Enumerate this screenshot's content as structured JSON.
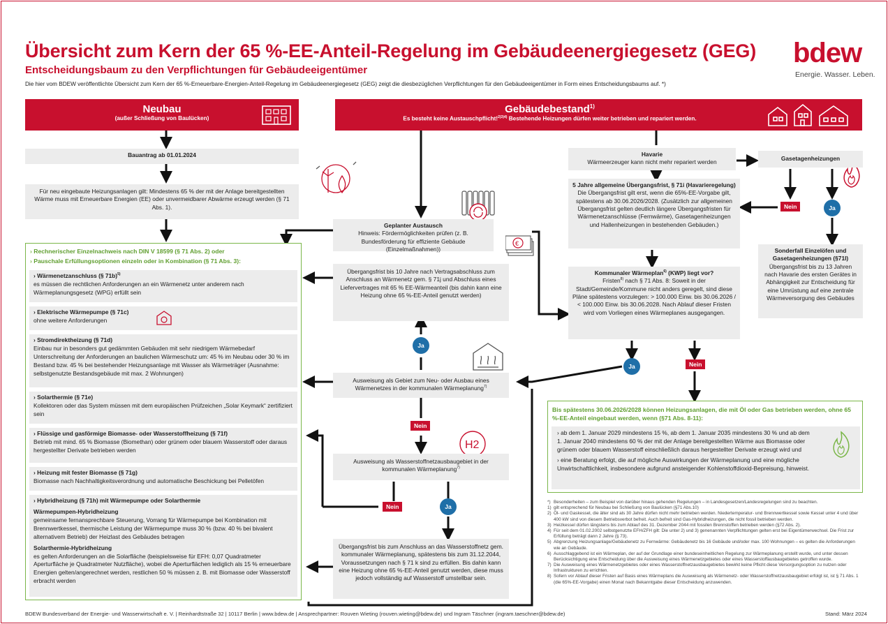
{
  "header": {
    "title": "Übersicht zum Kern der 65 %-EE-Anteil-Regelung im Gebäudeenergiegesetz (GEG)",
    "subtitle": "Entscheidungsbaum zu den Verpflichtungen für Gebäudeeigentümer",
    "intro": "Die hier vom BDEW veröffentlichte Übersicht zum Kern der 65 %-Erneuerbare-Energien-Anteil-Regelung im Gebäudeenergiegesetz (GEG) zeigt die diesbezüglichen Verpflichtungen für den Gebäudeeigentümer in Form eines Entscheidungsbaums auf. *)",
    "logo": "bdew",
    "logo_tagline": "Energie. Wasser. Leben."
  },
  "neubau": {
    "title": "Neubau",
    "subtitle": "(außer Schließung von Baulücken)",
    "bauantrag": "Bauantrag ab 01.01.2024",
    "rule": "Für neu eingebaute Heizungsanlagen gilt: Mindestens 65 % der mit der Anlage bereitgestellten Wärme muss mit Erneuerbare Energien (EE) oder unvermeidbarer Abwärme erzeugt werden (§ 71 Abs. 1)."
  },
  "bestand": {
    "title": "Gebäudebestand",
    "title_sup": "1)",
    "subtitle": "Es besteht keine Austauschpflicht!",
    "subtitle_sup": "2)3)4)",
    "subtitle_rest": " Bestehende Heizungen dürfen weiter betrieben und repariert werden."
  },
  "options": {
    "header1": "Rechnerischer Einzelnachweis nach DIN V 18599 (§ 71 Abs. 2) oder",
    "header2": "Pauschale Erfüllungsoptionen einzeln oder in Kombination (§ 71 Abs. 3):",
    "items": [
      {
        "title": "Wärmenetzanschluss (§ 71b)",
        "sup": "5)",
        "text": "es müssen die rechtlichen Anforderungen an ein Wärmenetz unter anderem nach Wärmeplanungsgesetz (WPG) erfüllt sein"
      },
      {
        "title": "Elektrische Wärmepumpe (§ 71c)",
        "sup": "",
        "text": "ohne weitere Anforderungen"
      },
      {
        "title": "Stromdirektheizung (§ 71d)",
        "sup": "",
        "text": "Einbau nur in besonders gut gedämmten Gebäuden mit sehr niedrigem Wärmebedarf Unterschreitung der Anforderungen an baulichen Wärmeschutz um: 45 % im Neubau oder 30 % im Bestand bzw. 45 % bei bestehender Heizungsanlage mit Wasser als Wärmeträger (Ausnahme: selbstgenutzte Bestandsgebäude mit max. 2 Wohnungen)"
      },
      {
        "title": "Solarthermie (§ 71e)",
        "sup": "",
        "text": "Kollektoren oder das System müssen mit dem europäischen Prüfzeichen „Solar Keymark“ zertifiziert sein"
      },
      {
        "title": "Flüssige und gasförmige Biomasse- oder Wasserstoffheizung (§ 71f)",
        "sup": "",
        "text": "Betrieb mit mind. 65 % Biomasse (Biomethan) oder grünem oder blauem Wasserstoff oder daraus hergestellter Derivate betrieben werden"
      },
      {
        "title": "Heizung mit fester Biomasse (§ 71g)",
        "sup": "",
        "text": "Biomasse nach Nachhaltigkeitsverordnung und automatische Beschickung bei Pelletöfen"
      }
    ],
    "hybrid": {
      "title": "Hybridheizung (§ 71h) mit Wärmepumpe oder Solarthermie",
      "wp_title": "Wärmepumpen-Hybridheizung",
      "wp_text": "gemeinsame fernansprechbare Steuerung, Vorrang für Wärmepumpe bei Kombination mit Brennwertkessel, thermische Leistung der Wärmepumpe muss 30 % (bzw. 40 % bei bivalent alternativem Betrieb) der Heizlast des Gebäudes betragen",
      "st_title": "Solarthermie-Hybridheizung",
      "st_text": "es gelten Anforderungen an die Solarfläche (beispielsweise für EFH: 0,07 Quadratmeter Aperturfläche je Quadratmeter Nutzfläche), wobei die Aperturflächen lediglich als 15 % erneuerbare Energien gelten/angerechnet werden, restlichen 50 % müssen z. B. mit Biomasse oder Wasserstoff erbracht werden"
    }
  },
  "center": {
    "geplant_title": "Geplanter Austausch",
    "geplant_text": "Hinweis: Fördermöglichkeiten prüfen (z. B. Bundesförderung für effiziente Gebäude (Einzelmaßnahmen))",
    "uebergang10": "Übergangsfrist bis 10 Jahre nach Vertragsabschluss zum Anschluss an Wärmenetz gem. § 71j und Abschluss eines Liefervertrages mit 65 % EE-Wärmeanteil (bis dahin kann eine Heizung ohne 65 %-EE-Anteil genutzt werden)",
    "ausweisung_wn": "Ausweisung als Gebiet zum Neu- oder Ausbau eines Wärmenetzes in der kommunalen Wärmeplanung",
    "ausweisung_wn_sup": "7)",
    "ausweisung_h2": "Ausweisung als Wasserstoffnetzausbaugebiet in der kommunalen Wärmeplanung",
    "ausweisung_h2_sup": "7)",
    "h2_uebergang": "Übergangsfrist bis zum Anschluss an das Wasserstoffnetz gem. kommunaler Wärmeplanung, spätestens bis zum 31.12.2044, Voraussetzungen nach § 71 k sind zu erfüllen. Bis dahin kann eine Heizung ohne 65 %-EE-Anteil genutzt werden, diese muss jedoch vollständig auf Wasserstoff umstellbar sein.",
    "h2_icon": "H2"
  },
  "right": {
    "havarie_title": "Havarie",
    "havarie_text": "Wärmeerzeuger kann nicht mehr repariert werden",
    "gasetagen": "Gasetagenheizungen",
    "fuenf_title": "5 Jahre allgemeine Übergangsfrist, § 71i (Havarieregelung)",
    "fuenf_text": "Die Übergangsfrist gilt erst, wenn die 65%-EE-Vorgabe gilt, spätestens ab 30.06.2026/2028. (Zusätzlich zur allgemeinen Übergangsfrist gelten deutlich längere Übergangsfristen für Wärmenetzanschlüsse (Fernwärme), Gasetagenheizungen und Hallenheizungen in bestehenden Gebäuden.)",
    "sonderfall_title": "Sonderfall Einzelöfen und Gasetagenheizungen (§71l)",
    "sonderfall_text": "Übergangsfrist bis zu 13 Jahren nach Havarie des ersten Gerätes in Abhängigkeit zur Entscheidung für eine Umrüstung auf eine zentrale Wärmeversorgung des Gebäudes",
    "kwp_title": "Kommunaler Wärmeplan",
    "kwp_sup": "6)",
    "kwp_title_rest": " (KWP) liegt vor?",
    "kwp_text": "Fristen",
    "kwp_text_sup": "8)",
    "kwp_text_rest": " nach § 71 Abs. 8: Soweit in der Stadt/Gemeinde/Kommune nicht anders geregelt, sind diese Pläne spätestens vorzulegen: > 100.000 Einw. bis 30.06.2026 / < 100.000 Einw. bis 30.06.2028. Nach Ablauf dieser Fristen wird vom Vorliegen eines Wärmeplanes ausgegangen.",
    "oel_title": "Bis spätestens 30.06.2026/2028 können Heizungsanlagen, die mit Öl oder Gas betrieben werden, ohne 65 %-EE-Anteil eingebaut werden, wenn (§71 Abs. 8-11):",
    "oel_items": [
      "ab dem 1. Januar 2029 mindestens 15 %, ab dem 1. Januar 2035 mindestens 30 % und ab dem 1. Januar 2040 mindestens 60 % der mit der Anlage bereitgestellten Wärme aus Biomasse oder grünem oder blauem Wasserstoff einschließlich daraus hergestellter Derivate erzeugt wird und",
      "eine Beratung erfolgt, die auf mögliche Auswirkungen der Wärmeplanung und eine mögliche Unwirtschaftlichkeit, insbesondere aufgrund ansteigender Kohlenstoffdioxid-Bepreisung, hinweist."
    ]
  },
  "badges": {
    "ja": "Ja",
    "nein": "Nein"
  },
  "footnotes": [
    {
      "n": "*)",
      "t": "Besonderheiten – zum Beispiel von darüber hinaus gehenden Regelungen – in Landesgesetzen/Landesregelungen sind zu beachten."
    },
    {
      "n": "1)",
      "t": "gilt entsprechend für Neubau bei Schließung von Baulücken (§71 Abs.10)"
    },
    {
      "n": "2)",
      "t": "Öl- und Gaskessel, die älter sind als 30 Jahre dürfen nicht mehr betrieben werden. Niedertemperatur- und Brennwertkessel sowie Kessel unter 4 und über 400 kW sind von diesem Betriebsverbot befreit. Auch befreit sind Gas-Hybridheizungen, die nicht fossil betrieben werden."
    },
    {
      "n": "3)",
      "t": "Heizkessel dürfen längstens bis zum Ablauf des 31. Dezember 2044 mit fossilen Brennstoffen betrieben werden (§72 Abs. 2)."
    },
    {
      "n": "4)",
      "t": "Für seit dem 01.02.2002 selbstgenutzte EFH/ZFH gilt: Die unter 2) und 3) genenannten Verpflichtungen gelten erst bei Eigentümerwechsel. Die Frist zur Erfüllung beträgt dann 2 Jahre (§ 73)."
    },
    {
      "n": "5)",
      "t": "Abgrenzung Heizungsanlage/Gebäudenetz zu Fernwärme: Gebäudenetz bis 16 Gebäude und/oder max. 100 Wohnungen – es gelten die Anforderungen wie an Gebäude."
    },
    {
      "n": "6)",
      "t": "Ausschlaggebend ist ein Wärmeplan, der auf der Grundlage einer bundeseinheitlichen Regelung zur Wärmeplanung erstellt wurde, und unter dessen Berücksichtigung eine Entscheidung über die Ausweisung eines Wärmenetzgebietes oder eines Wasserstoffausbaugebietes getroffen wurde."
    },
    {
      "n": "7)",
      "t": "Die Ausweisung eines Wärmenetzgebietes oder eines Wasserstoffnetzausbaugebietes bewirkt keine Pflicht diese Versorgungsoption zu nutzen oder Infrastrukturen zu errichten."
    },
    {
      "n": "8)",
      "t": "Sofern vor Ablauf dieser Fristen auf Basis eines Wärmeplans die Ausweisung als Wärmenetz- oder Wasserstoffnetzausbaugebiet erfolgt ist, ist § 71 Abs. 1 (die 65%-EE-Vorgabe) einen Monat nach Bekanntgabe dieser Entscheidung anzuwenden."
    }
  ],
  "footer": {
    "text": "BDEW Bundesverband der Energie- und Wasserwirtschaft e. V. | Reinhardtstraße 32 | 10117 Berlin | www.bdew.de | Ansprechpartner: Rouven Wieting (rouven.wieting@bdew.de) und Ingram Täschner (ingram.taeschner@bdew.de)",
    "stand": "Stand: März 2024"
  },
  "colors": {
    "brand": "#c8102e",
    "ja": "#1f6fa8",
    "green": "#7ab648",
    "box": "#ececec"
  }
}
